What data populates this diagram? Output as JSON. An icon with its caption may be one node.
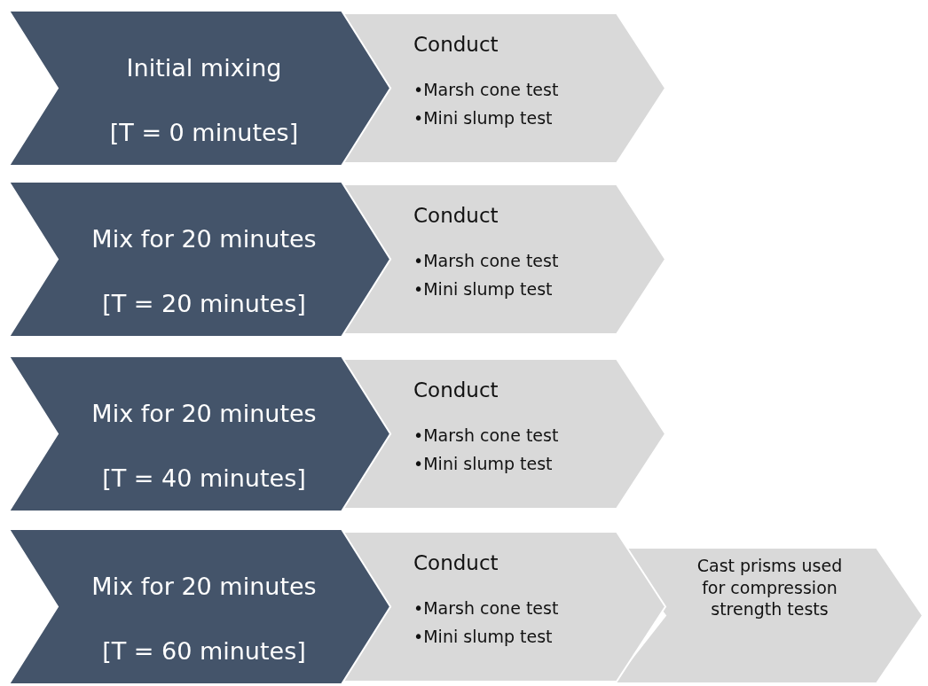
{
  "diagram": {
    "nodes": [
      {
        "text": [
          "Initial mixing",
          "[T = 0 minutes]"
        ]
      },
      {
        "text": [
          "Conduct",
          "•Marsh cone test",
          "•Mini slump test"
        ]
      },
      {
        "text": [
          "Mix for 20 minutes",
          "[T = 20 minutes]"
        ]
      },
      {
        "text": [
          "Conduct",
          "•Marsh cone test",
          "•Mini slump test"
        ]
      },
      {
        "text": [
          "Mix for 20 minutes",
          "[T = 40 minutes]"
        ]
      },
      {
        "text": [
          "Conduct",
          "•Marsh cone test",
          "•Mini slump test"
        ]
      },
      {
        "text": [
          "Mix for 20 minutes",
          "[T = 60 minutes]"
        ]
      },
      {
        "text": [
          "Conduct",
          "•Marsh cone test",
          "•Mini slump test"
        ]
      },
      {
        "text": [
          "Cast prisms used for compression strength tests"
        ]
      }
    ]
  }
}
